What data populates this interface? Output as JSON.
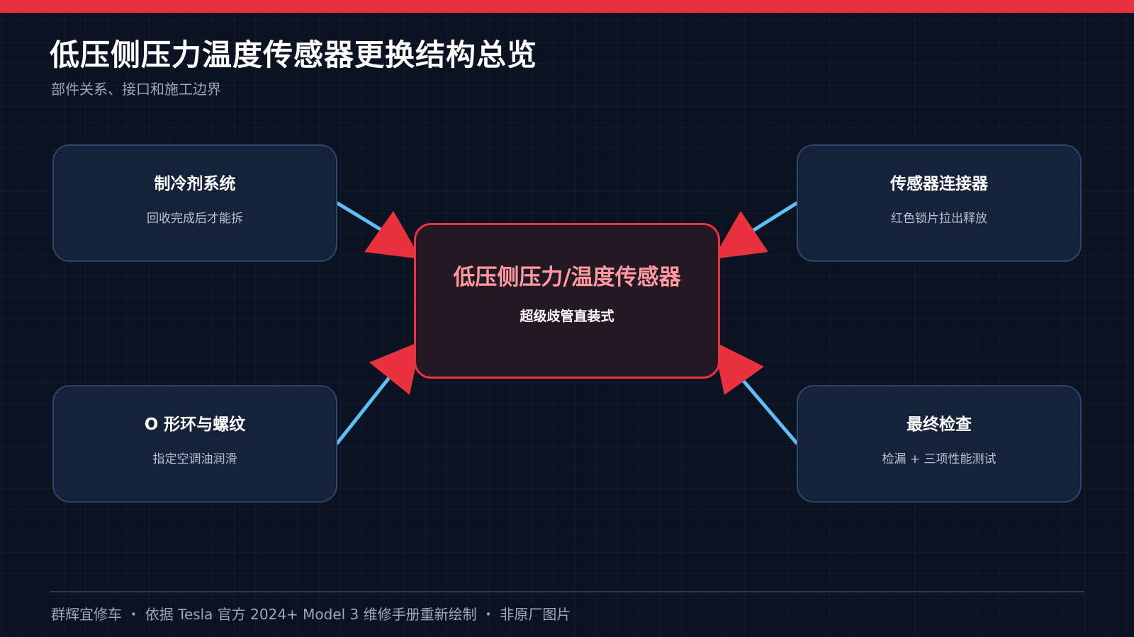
{
  "header": {
    "title": "低压侧压力温度传感器更换结构总览",
    "subtitle": "部件关系、接口和施工边界"
  },
  "center": {
    "title": "低压侧压力/温度传感器",
    "desc": "超级歧管直装式"
  },
  "nodes": [
    {
      "id": "tl",
      "title": "制冷剂系统",
      "desc": "回收完成后才能拆"
    },
    {
      "id": "tr",
      "title": "传感器连接器",
      "desc": "红色锁片拉出释放"
    },
    {
      "id": "bl",
      "title": "O 形环与螺纹",
      "desc": "指定空调油润滑"
    },
    {
      "id": "br",
      "title": "最终检查",
      "desc": "检漏 + 三项性能测试"
    }
  ],
  "footer": {
    "text": "群辉宜修车 ・ 依据 Tesla 官方 2024+ Model 3 维修手册重新绘制 ・ 非原厂图片"
  },
  "colors": {
    "accent_red": "#e8333f",
    "connector_blue": "#5fbff5",
    "center_title": "#ff9aa0",
    "node_fill": "#16223a",
    "background": "#0b1222"
  }
}
